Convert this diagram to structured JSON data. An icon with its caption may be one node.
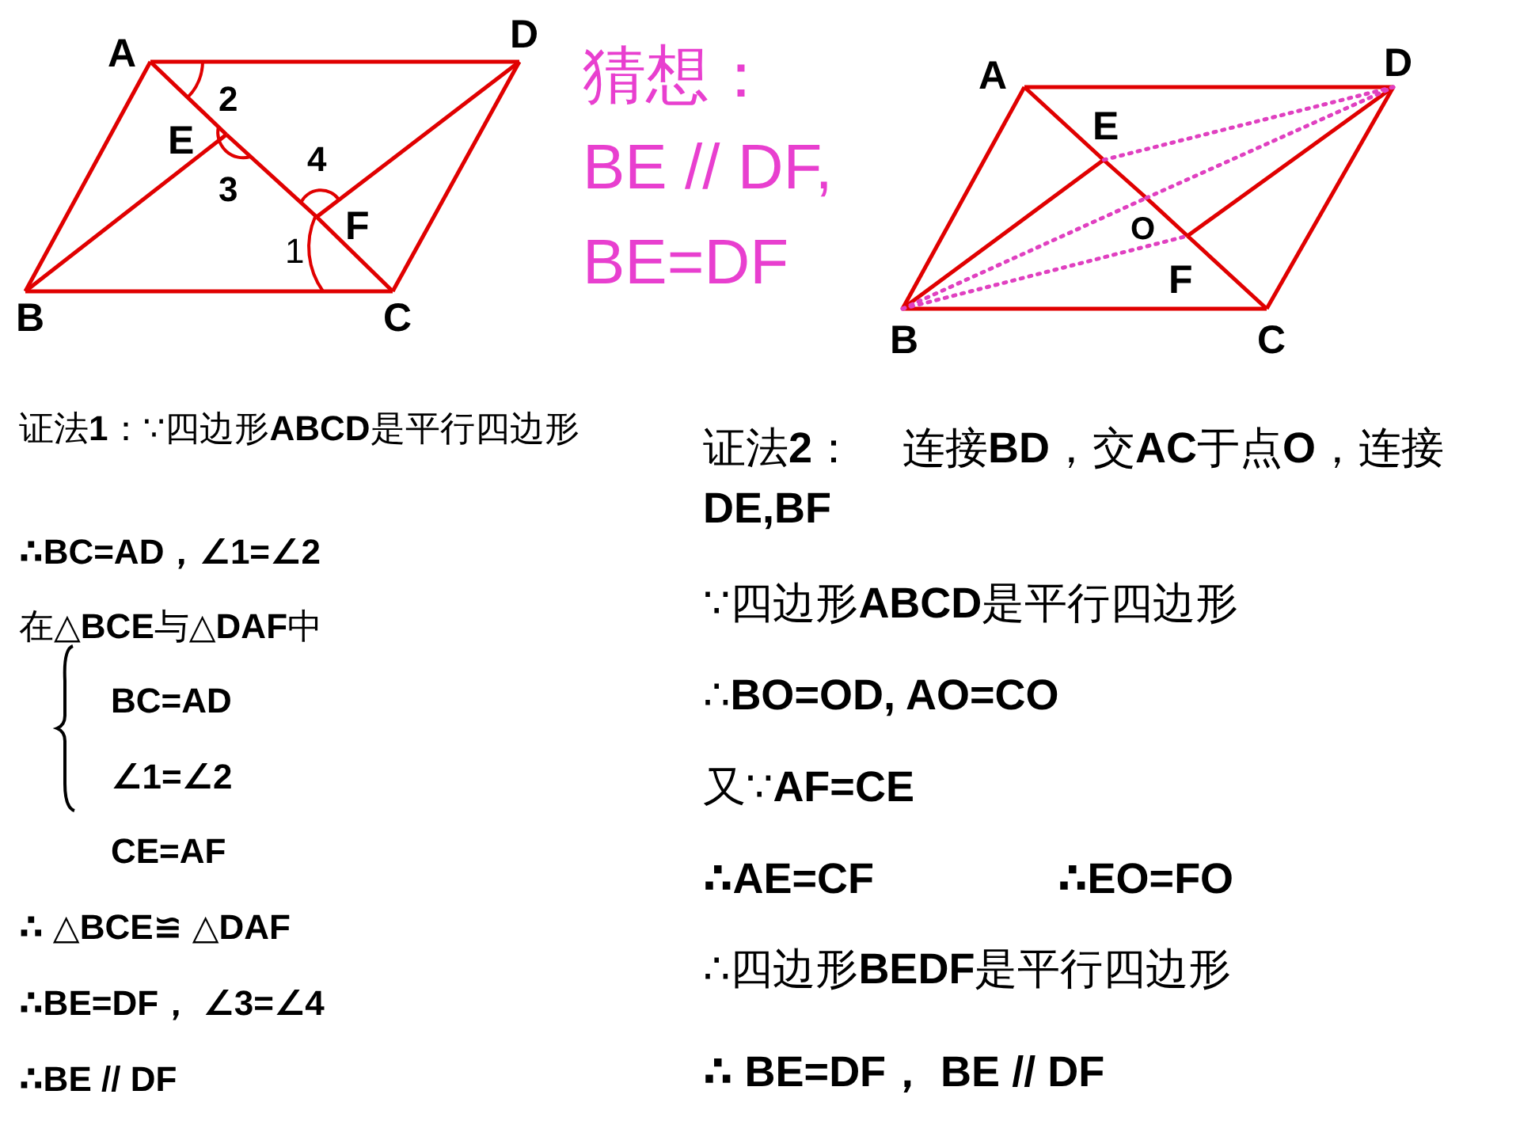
{
  "diagram": {
    "nodes": [
      {
        "text": [
          "A"
        ]
      },
      {
        "text": [
          "D"
        ]
      },
      {
        "text": [
          "E"
        ]
      },
      {
        "text": [
          "F"
        ]
      },
      {
        "text": [
          "B"
        ]
      },
      {
        "text": [
          "C"
        ]
      },
      {
        "text": [
          "A"
        ]
      },
      {
        "text": [
          "D"
        ]
      },
      {
        "text": [
          "E"
        ]
      },
      {
        "text": [
          "O"
        ]
      },
      {
        "text": [
          "F"
        ]
      },
      {
        "text": [
          "B"
        ]
      },
      {
        "text": [
          "C"
        ]
      }
    ],
    "edges": [
      {
        "from": 0,
        "to": 1,
        "arrow": "none"
      },
      {
        "from": 0,
        "to": 4,
        "arrow": "none"
      },
      {
        "from": 4,
        "to": 5,
        "arrow": "none"
      },
      {
        "from": 5,
        "to": 1,
        "arrow": "none"
      },
      {
        "from": 0,
        "to": 2,
        "arrow": "none"
      },
      {
        "from": 2,
        "to": 3,
        "arrow": "none"
      },
      {
        "from": 3,
        "to": 5,
        "arrow": "none"
      },
      {
        "from": 4,
        "to": 2,
        "arrow": "none"
      },
      {
        "from": 1,
        "to": 3,
        "arrow": "none"
      },
      {
        "from": 6,
        "to": 7,
        "arrow": "none"
      },
      {
        "from": 6,
        "to": 11,
        "arrow": "none"
      },
      {
        "from": 11,
        "to": 12,
        "arrow": "none"
      },
      {
        "from": 12,
        "to": 7,
        "arrow": "none"
      },
      {
        "from": 6,
        "to": 8,
        "arrow": "none"
      },
      {
        "from": 8,
        "to": 9,
        "arrow": "none"
      },
      {
        "from": 9,
        "to": 10,
        "arrow": "none"
      },
      {
        "from": 10,
        "to": 12,
        "arrow": "none"
      },
      {
        "from": 11,
        "to": 8,
        "arrow": "none"
      },
      {
        "from": 7,
        "to": 10,
        "arrow": "none"
      },
      {
        "from": 7,
        "to": 8,
        "arrow": "none",
        "style": "dashed",
        "color": "#e040c0"
      },
      {
        "from": 11,
        "to": 9,
        "arrow": "none",
        "style": "dashed",
        "color": "#e040c0"
      },
      {
        "from": 9,
        "to": 7,
        "arrow": "none",
        "style": "dashed",
        "color": "#e040c0"
      },
      {
        "from": 11,
        "to": 10,
        "arrow": "none",
        "style": "dashed",
        "color": "#e040c0"
      }
    ],
    "labels": [
      "猜想：",
      "BE // DF,",
      "BE=DF",
      "2",
      "4",
      "3",
      "1",
      "证法**1**：∵四边形**ABCD**是平行四边形",
      "∴**BC=AD**，**∠1=∠2**",
      "在△**BCE**与△**DAF**中",
      "BC=AD",
      "∠1=∠2",
      "CE=AF",
      "∴ △BCE≌ △DAF",
      "∴BE=DF， ∠3=∠4",
      "∴BE // DF",
      "证法**2**：    连接**BD**，交**AC**于点**O**，连接**DE,BF**",
      "∵四边形**ABCD**是平行四边形",
      "∴**BO=OD, AO=CO**",
      "又∵**AF=CE**",
      "∴AE=CF",
      "∴EO=FO",
      "∴四边形**BEDF**是平行四边形",
      "∴ BE=DF， BE // DF"
    ]
  }
}
